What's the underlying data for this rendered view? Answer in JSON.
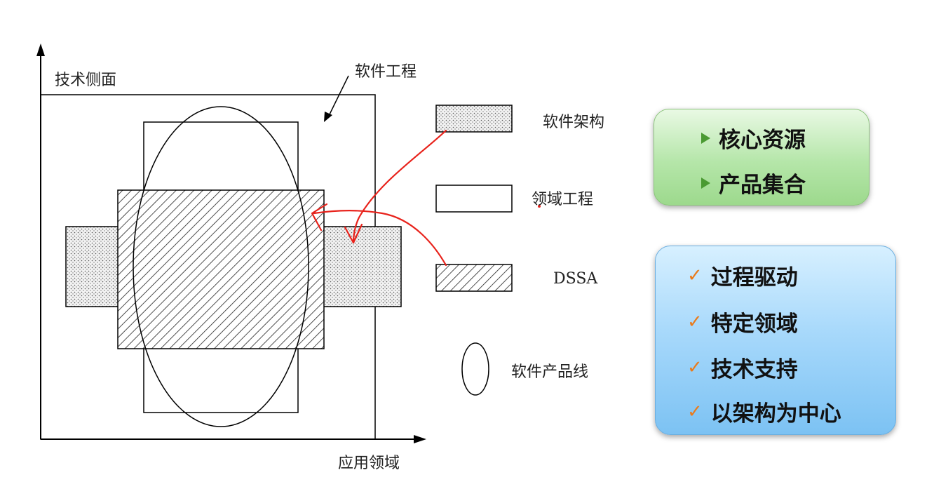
{
  "diagram": {
    "y_axis_label": "技术侧面",
    "x_axis_label": "应用领域",
    "outer_box_label": "软件工程"
  },
  "legend": [
    {
      "key": "dotted",
      "label": "软件架构"
    },
    {
      "key": "plain",
      "label": "领域工程"
    },
    {
      "key": "hatched",
      "label": "DSSA"
    },
    {
      "key": "ellipse",
      "label": "软件产品线"
    }
  ],
  "green_box": {
    "items": [
      "核心资源",
      "产品集合"
    ],
    "bullet_color": "#4a9a32"
  },
  "blue_box": {
    "items": [
      "过程驱动",
      "特定领域",
      "技术支持",
      "以架构为中心"
    ],
    "check_color": "#e97b1c"
  },
  "annotation_color": "#e8221b"
}
